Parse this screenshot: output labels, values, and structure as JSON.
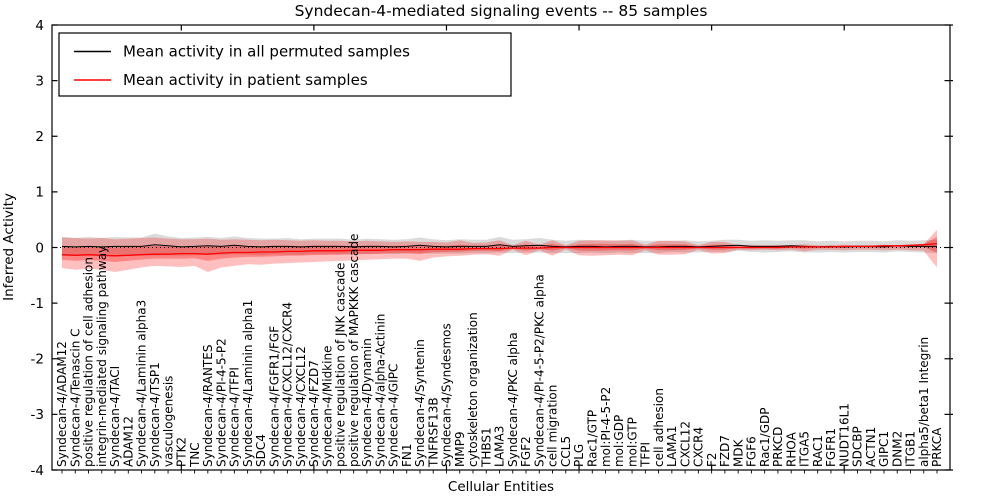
{
  "title": "Syndecan-4-mediated signaling events -- 85 samples",
  "axes": {
    "xlabel": "Cellular Entities",
    "ylabel": "Inferred Activity"
  },
  "legend": {
    "entries": [
      {
        "label": "Mean activity in all permuted samples",
        "color": "#000000"
      },
      {
        "label": "Mean activity in patient samples",
        "color": "#ff0000"
      }
    ]
  },
  "chart_data": {
    "type": "line",
    "title": "Syndecan-4-mediated signaling events -- 85 samples",
    "xlabel": "Cellular Entities",
    "ylabel": "Inferred Activity",
    "ylim": [
      -4,
      4
    ],
    "yticks": [
      -4,
      -3,
      -2,
      -1,
      0,
      1,
      2,
      3,
      4
    ],
    "x_major_tick_indices": [
      9,
      19,
      29,
      39,
      49,
      59
    ],
    "grid": false,
    "zero_line": "dotted",
    "legend_position": "upper left",
    "categories": [
      "Syndecan-4/ADAM12",
      "Syndecan-4/Tenascin C",
      "positive regulation of cell adhesion",
      "integrin-mediated signaling pathway",
      "Syndecan-4/TACI",
      "ADAM12",
      "Syndecan-4/Laminin alpha3",
      "Syndecan-4/TSP1",
      "vasculogenesis",
      "PTK2",
      "TNC",
      "Syndecan-4/RANTES",
      "Syndecan-4/PI-4-5-P2",
      "Syndecan-4/TFPI",
      "Syndecan-4/Laminin alpha1",
      "SDC4",
      "Syndecan-4/FGFR1/FGF",
      "Syndecan-4/CXCL12/CXCR4",
      "Syndecan-4/CXCL12",
      "Syndecan-4/FZD7",
      "Syndecan-4/Midkine",
      "positive regulation of JNK cascade",
      "positive regulation of MAPKKK cascade",
      "Syndecan-4/Dynamin",
      "Syndecan-4/alpha-Actinin",
      "Syndecan-4/GIPC",
      "FN1",
      "Syndecan-4/Syntenin",
      "TNFRSF13B",
      "Syndecan-4/Syndesmos",
      "MMP9",
      "cytoskeleton organization",
      "THBS1",
      "LAMA3",
      "Syndecan-4/PKC alpha",
      "FGF2",
      "Syndecan-4/PI-4-5-P2/PKC alpha",
      "cell migration",
      "CCL5",
      "PLG",
      "Rac1/GTP",
      "mol:PI-4-5-P2",
      "mol:GDP",
      "mol:GTP",
      "TFPI",
      "cell adhesion",
      "LAMA1",
      "CXCL12",
      "CXCR4",
      "F2",
      "FZD7",
      "MDK",
      "FGF6",
      "Rac1/GDP",
      "PRKCD",
      "RHOA",
      "ITGA5",
      "RAC1",
      "FGFR1",
      "NUDT16L1",
      "SDCBP",
      "ACTN1",
      "GIPC1",
      "DNM2",
      "ITGB1",
      "alpha5/beta1 Integrin",
      "PRKCA"
    ],
    "series": [
      {
        "name": "Mean activity in all permuted samples",
        "color": "#000000",
        "values": [
          0.02,
          0.01,
          0.02,
          0.01,
          0.02,
          0.02,
          0.02,
          0.05,
          0.03,
          0.01,
          0.02,
          0.03,
          0.02,
          0.04,
          0.02,
          0.01,
          0.02,
          0.02,
          0.01,
          0.02,
          0.02,
          0.02,
          0.01,
          0.02,
          0.02,
          0.01,
          0.02,
          0.04,
          0.02,
          0.01,
          0.02,
          0.02,
          0.02,
          0.05,
          0.02,
          0.03,
          0.04,
          0.02,
          0.01,
          0.02,
          0.02,
          0.01,
          0.02,
          0.02,
          0.01,
          0.01,
          0.02,
          0.02,
          0.01,
          0.02,
          0.03,
          0.04,
          0.02,
          0.02,
          0.02,
          0.03,
          0.02,
          0.01,
          0.02,
          0.01,
          0.02,
          0.02,
          0.01,
          0.03,
          0.02,
          0.02,
          0.02
        ]
      },
      {
        "name": "Mean activity in patient samples",
        "color": "#ff0000",
        "values": [
          -0.13,
          -0.14,
          -0.13,
          -0.14,
          -0.15,
          -0.14,
          -0.13,
          -0.12,
          -0.12,
          -0.11,
          -0.11,
          -0.12,
          -0.1,
          -0.09,
          -0.09,
          -0.08,
          -0.08,
          -0.07,
          -0.07,
          -0.06,
          -0.06,
          -0.06,
          -0.05,
          -0.05,
          -0.05,
          -0.04,
          -0.04,
          -0.04,
          -0.03,
          -0.03,
          -0.03,
          -0.02,
          -0.02,
          -0.02,
          -0.01,
          -0.01,
          -0.01,
          0.0,
          0.0,
          0.0,
          0.0,
          0.0,
          0.0,
          0.0,
          0.0,
          0.0,
          0.0,
          0.0,
          0.0,
          0.0,
          0.0,
          0.0,
          0.0,
          0.0,
          0.0,
          0.01,
          0.01,
          0.01,
          0.01,
          0.02,
          0.02,
          0.02,
          0.03,
          0.03,
          0.04,
          0.05,
          0.07
        ]
      }
    ],
    "bands": [
      {
        "name": "permuted samples activity spread",
        "color": "#999999",
        "opacity": 0.35,
        "center_series": "Mean activity in all permuted samples",
        "half_width": [
          0.17,
          0.16,
          0.17,
          0.16,
          0.17,
          0.16,
          0.16,
          0.2,
          0.17,
          0.16,
          0.16,
          0.16,
          0.15,
          0.16,
          0.15,
          0.15,
          0.14,
          0.15,
          0.14,
          0.14,
          0.14,
          0.14,
          0.13,
          0.14,
          0.13,
          0.13,
          0.13,
          0.14,
          0.13,
          0.12,
          0.13,
          0.12,
          0.12,
          0.14,
          0.12,
          0.12,
          0.13,
          0.12,
          0.11,
          0.12,
          0.11,
          0.11,
          0.11,
          0.12,
          0.11,
          0.11,
          0.1,
          0.11,
          0.1,
          0.1,
          0.11,
          0.1,
          0.1,
          0.11,
          0.1,
          0.1,
          0.11,
          0.1,
          0.1,
          0.1,
          0.1,
          0.1,
          0.1,
          0.1,
          0.1,
          0.11,
          0.12
        ]
      },
      {
        "name": "patient samples activity spread",
        "color": "#ff0000",
        "opacity": 0.25,
        "lo": [
          -0.37,
          -0.4,
          -0.38,
          -0.4,
          -0.44,
          -0.4,
          -0.36,
          -0.33,
          -0.34,
          -0.35,
          -0.33,
          -0.44,
          -0.36,
          -0.33,
          -0.3,
          -0.31,
          -0.29,
          -0.28,
          -0.27,
          -0.26,
          -0.25,
          -0.24,
          -0.23,
          -0.22,
          -0.21,
          -0.2,
          -0.2,
          -0.24,
          -0.18,
          -0.16,
          -0.15,
          -0.13,
          -0.12,
          -0.15,
          -0.04,
          -0.14,
          -0.05,
          -0.15,
          -0.03,
          -0.14,
          -0.15,
          -0.14,
          -0.13,
          -0.14,
          -0.05,
          -0.13,
          -0.13,
          -0.12,
          -0.04,
          -0.11,
          -0.1,
          -0.04,
          -0.05,
          -0.04,
          -0.05,
          -0.04,
          -0.07,
          -0.04,
          -0.04,
          -0.05,
          -0.04,
          -0.04,
          -0.05,
          -0.04,
          -0.05,
          -0.06,
          -0.36
        ],
        "hi": [
          0.18,
          0.17,
          0.16,
          0.17,
          0.15,
          0.16,
          0.17,
          0.18,
          0.16,
          0.15,
          0.15,
          0.16,
          0.14,
          0.15,
          0.14,
          0.13,
          0.14,
          0.13,
          0.12,
          0.13,
          0.12,
          0.12,
          0.11,
          0.12,
          0.11,
          0.1,
          0.11,
          0.1,
          0.1,
          0.09,
          0.13,
          0.08,
          0.09,
          0.13,
          0.04,
          0.12,
          0.05,
          0.13,
          0.04,
          0.12,
          0.13,
          0.13,
          0.12,
          0.13,
          0.05,
          0.12,
          0.12,
          0.11,
          0.04,
          0.1,
          0.1,
          0.04,
          0.05,
          0.04,
          0.05,
          0.04,
          0.06,
          0.04,
          0.04,
          0.05,
          0.04,
          0.04,
          0.05,
          0.04,
          0.05,
          0.06,
          0.32
        ]
      }
    ]
  }
}
